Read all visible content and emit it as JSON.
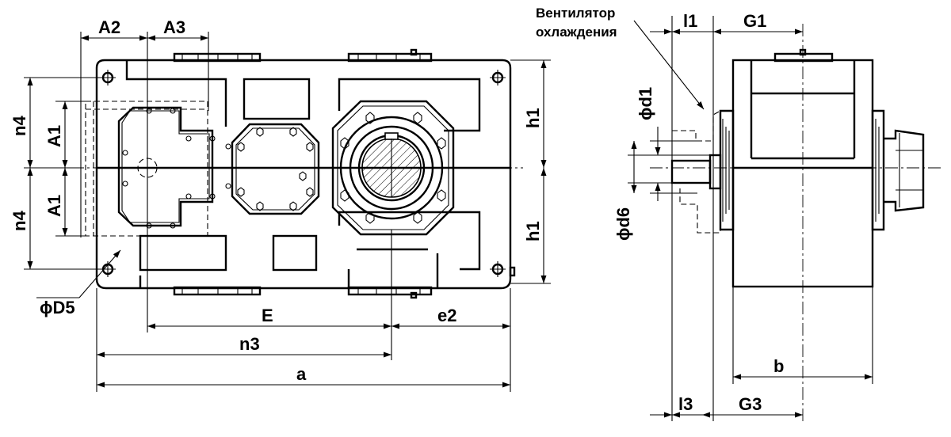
{
  "labels": {
    "a2": "A2",
    "a3": "A3",
    "n4_top": "n4",
    "a1_top": "A1",
    "a1_bottom": "A1",
    "n4_bottom": "n4",
    "d5": "ϕD5",
    "e": "E",
    "e2": "e2",
    "n3": "n3",
    "a": "a",
    "h1_top": "h1",
    "h1_bottom": "h1",
    "fan_note_line1": "Вентилятор",
    "fan_note_line2": "охлаждения",
    "l1": "l1",
    "g1": "G1",
    "d1": "ϕd1",
    "d6": "ϕd6",
    "b": "b",
    "l3": "l3",
    "g3": "G3"
  }
}
